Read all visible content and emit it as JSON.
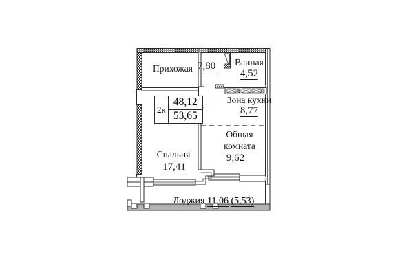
{
  "plan": {
    "title": "2-room apartment floor plan",
    "apartment_type": "2к",
    "area_total": "48,12",
    "area_with_loggia": "53,65",
    "rooms": [
      {
        "key": "hall",
        "name": "Прихожая",
        "area": "7,80"
      },
      {
        "key": "bath",
        "name": "Ванная",
        "area": "4,52"
      },
      {
        "key": "kitchen",
        "name": "Зона кухни",
        "area": "8,77"
      },
      {
        "key": "living1",
        "name": "Общая",
        "area": ""
      },
      {
        "key": "living2",
        "name": "комната",
        "area": "9,62"
      },
      {
        "key": "bedroom",
        "name": "Спальня",
        "area": "17,41"
      }
    ],
    "loggia": {
      "name": "Лоджия",
      "area": "11,06",
      "area_reduced": "(5,53)"
    },
    "colors": {
      "wall": "#2b2b2b",
      "wall_fill": "#b3b3b3",
      "text": "#1a1a1a",
      "background": "#ffffff"
    }
  }
}
